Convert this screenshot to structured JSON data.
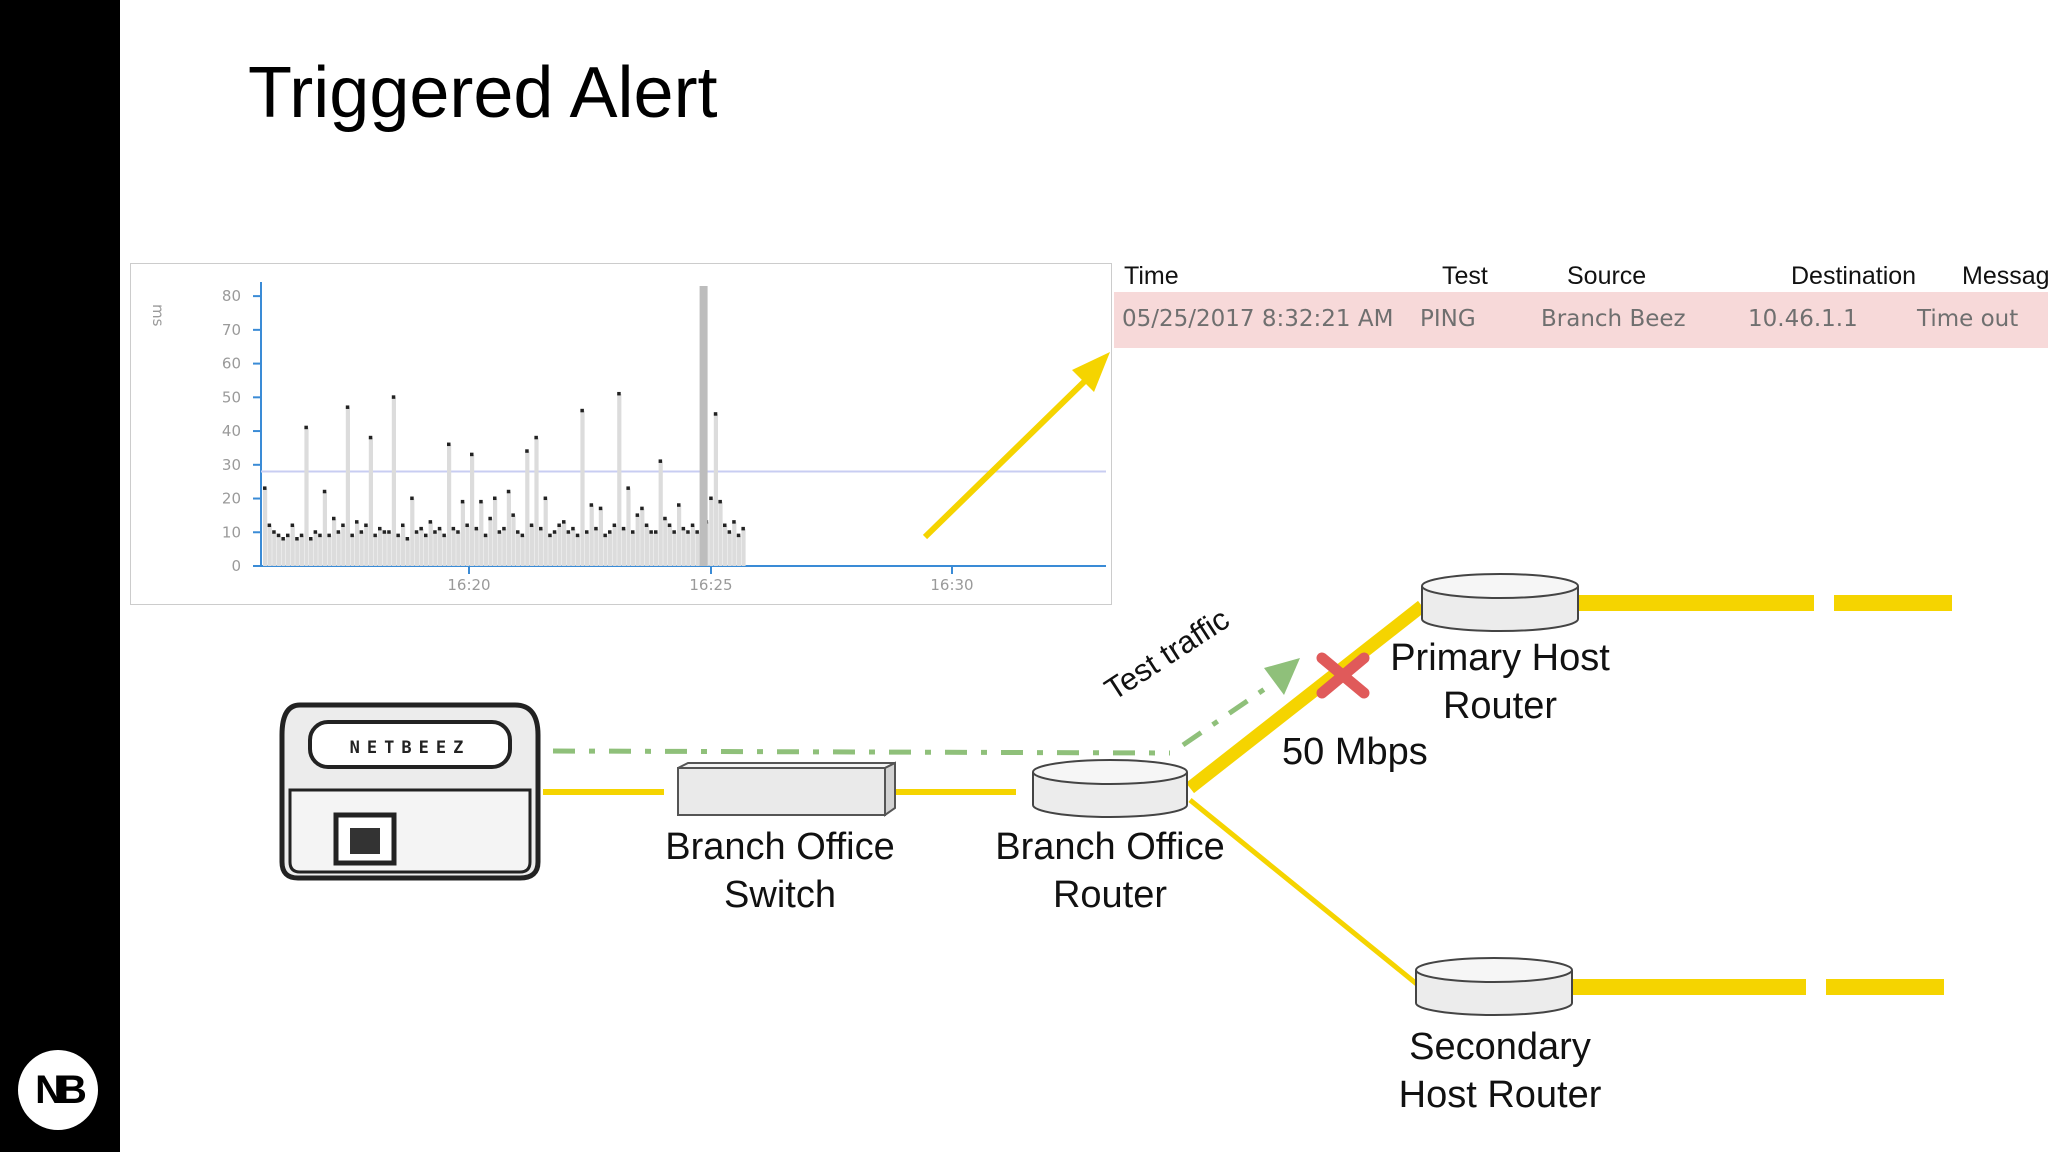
{
  "slide": {
    "title": "Triggered Alert",
    "logo_text": "NB"
  },
  "chart_data": {
    "type": "bar",
    "ylabel": "ms",
    "yticks": [
      "0",
      "10",
      "20",
      "30",
      "40",
      "50",
      "60",
      "70",
      "80"
    ],
    "xticks": [
      "16:20",
      "16:25",
      "16:30"
    ],
    "ylim": [
      0,
      83
    ],
    "threshold": 28,
    "spike_time_index": 96,
    "values": [
      23,
      12,
      10,
      9,
      8,
      9,
      12,
      8,
      9,
      41,
      8,
      10,
      9,
      22,
      9,
      14,
      10,
      12,
      47,
      9,
      13,
      10,
      12,
      38,
      9,
      11,
      10,
      10,
      50,
      9,
      12,
      8,
      20,
      10,
      11,
      9,
      13,
      10,
      11,
      9,
      36,
      11,
      10,
      19,
      12,
      33,
      11,
      19,
      9,
      14,
      20,
      10,
      11,
      22,
      15,
      10,
      9,
      34,
      12,
      38,
      11,
      20,
      9,
      10,
      12,
      13,
      10,
      11,
      9,
      46,
      10,
      18,
      11,
      17,
      9,
      10,
      12,
      51,
      11,
      23,
      10,
      15,
      17,
      12,
      10,
      10,
      31,
      14,
      12,
      10,
      18,
      11,
      10,
      12,
      10,
      9,
      13,
      20,
      45,
      19,
      12,
      10,
      13,
      9,
      11
    ]
  },
  "alert_table": {
    "headers": [
      "Time",
      "Test",
      "Source",
      "Destination",
      "Messag"
    ],
    "row": [
      "05/25/2017 8:32:21 AM",
      "PING",
      "Branch Beez",
      "10.46.1.1",
      "Time out"
    ]
  },
  "diagram": {
    "device_brand": "NETBEEZ",
    "switch_label": "Branch Office Switch",
    "branch_router_label": "Branch Office Router",
    "primary_router_label": "Primary Host Router",
    "secondary_router_label": "Secondary Host Router",
    "link_speed": "50 Mbps",
    "test_traffic_label": "Test traffic",
    "colors": {
      "link": "#f5d400",
      "test": "#8fc07a",
      "fail": "#e05a5a"
    }
  }
}
